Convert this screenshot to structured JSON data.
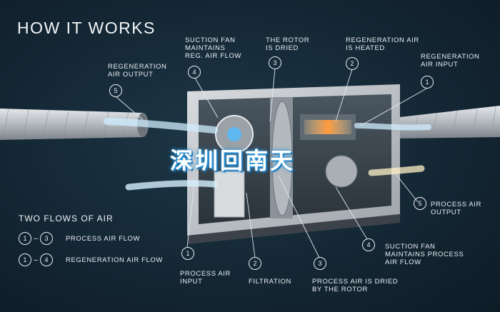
{
  "title": "HOW IT WORKS",
  "labels": {
    "suction_fan_reg": "SUCTION FAN\nMAINTAINS\nREG. AIR FLOW",
    "rotor_dried": "THE ROTOR\nIS DRIED",
    "regen_heated": "REGENERATION AIR\nIS HEATED",
    "regen_input": "REGENERATION\nAIR INPUT",
    "regen_output": "REGENERATION\nAIR OUTPUT",
    "process_output": "PROCESS AIR\nOUTPUT",
    "suction_fan_process": "SUCTION FAN\nMAINTAINS PROCESS\nAIR FLOW",
    "process_input": "PROCESS AIR\nINPUT",
    "filtration": "FILTRATION",
    "process_dried": "PROCESS AIR IS DRIED\nBY THE ROTOR"
  },
  "numbers": {
    "n4_top": "4",
    "n3_top": "3",
    "n2_top": "2",
    "n1_top": "1",
    "n5_top": "5",
    "n5_right": "5",
    "n4_bottom": "4",
    "n1_bottom": "1",
    "n2_bottom": "2",
    "n3_bottom": "3"
  },
  "legend": {
    "title": "TWO FLOWS OF AIR",
    "rows": [
      {
        "from": "1",
        "to": "3",
        "label": "PROCESS AIR FLOW"
      },
      {
        "from": "1",
        "to": "4",
        "label": "REGENERATION AIR FLOW"
      }
    ],
    "dash": "–"
  },
  "watermark": "深圳回南天",
  "colors": {
    "background": "#142734",
    "text": "#e9eff3",
    "airflow": "#bfe6ff",
    "heated": "#ff9a3c"
  }
}
